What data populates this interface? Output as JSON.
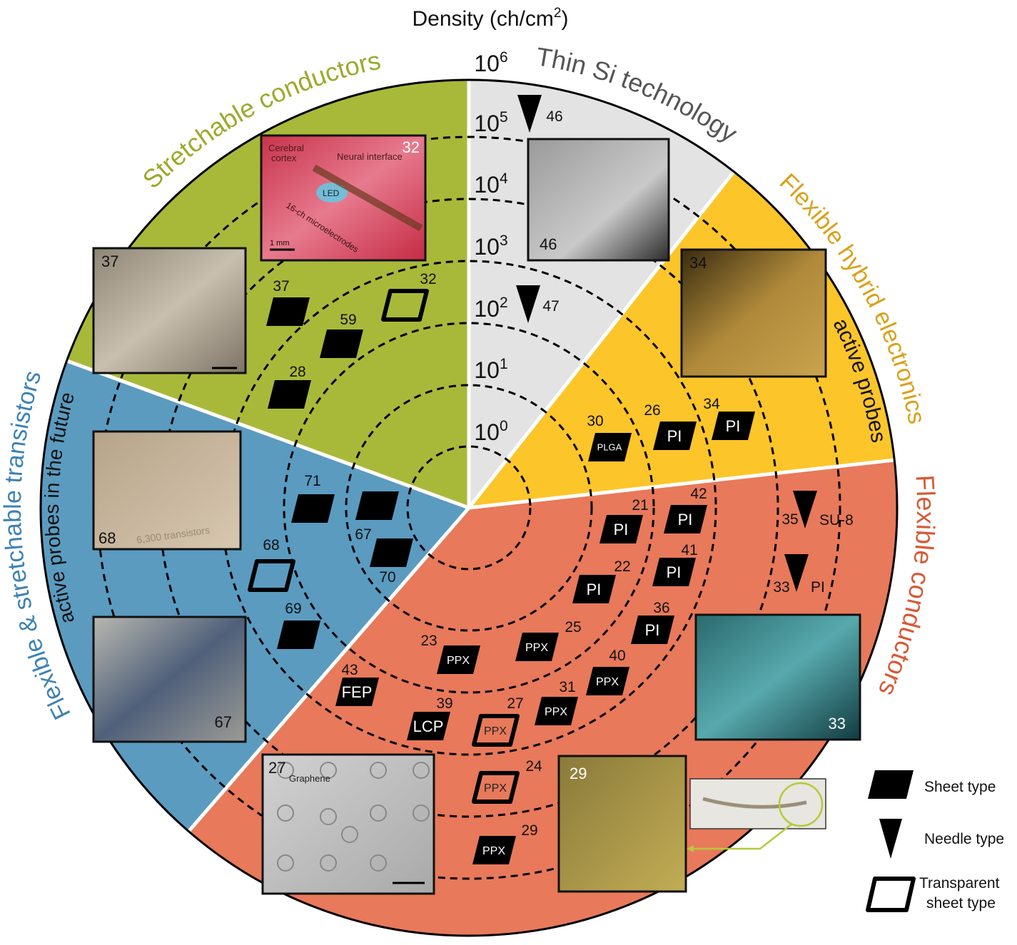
{
  "title": {
    "pre": "Density (ch/cm",
    "sup": "2",
    "post": ")"
  },
  "ring_labels": [
    {
      "base": "10",
      "exp": "0"
    },
    {
      "base": "10",
      "exp": "1"
    },
    {
      "base": "10",
      "exp": "2"
    },
    {
      "base": "10",
      "exp": "3"
    },
    {
      "base": "10",
      "exp": "4"
    },
    {
      "base": "10",
      "exp": "5"
    },
    {
      "base": "10",
      "exp": "6"
    }
  ],
  "sectors": [
    {
      "name": "Stretchable conductors",
      "color": "#a8b93a",
      "text_color": "#9aab2c"
    },
    {
      "name": "Flexible & stretchable transistors",
      "color": "#5b9bc0",
      "text_color": "#3d82b3"
    },
    {
      "name": "Flexible conductors",
      "color": "#e8795b",
      "text_color": "#d65a37"
    },
    {
      "name": "Flexible hybrid electronics",
      "color": "#fcc52a",
      "text_color": "#d9a11a"
    },
    {
      "name": "Thin Si technology",
      "color": "#e3e3e3",
      "text_color": "#555555"
    }
  ],
  "sector_notes": {
    "blue": "active probes in the future",
    "yellow": "active probes"
  },
  "markers": [
    {
      "type": "sheet",
      "label": "",
      "ref": "37"
    },
    {
      "type": "sheet",
      "label": "",
      "ref": "59"
    },
    {
      "type": "sheet",
      "label": "",
      "ref": "28"
    },
    {
      "type": "transparent",
      "label": "",
      "ref": "32"
    },
    {
      "type": "sheet",
      "label": "",
      "ref": "71"
    },
    {
      "type": "sheet",
      "label": "",
      "ref": "67"
    },
    {
      "type": "sheet",
      "label": "",
      "ref": "70"
    },
    {
      "type": "transparent",
      "label": "",
      "ref": "68"
    },
    {
      "type": "sheet",
      "label": "",
      "ref": "69"
    },
    {
      "type": "sheet",
      "label": "PLGA",
      "ref": "30"
    },
    {
      "type": "sheet",
      "label": "PI",
      "ref": "26"
    },
    {
      "type": "sheet",
      "label": "PI",
      "ref": "34"
    },
    {
      "type": "sheet",
      "label": "PI",
      "ref": "21"
    },
    {
      "type": "sheet",
      "label": "PI",
      "ref": "42"
    },
    {
      "type": "sheet",
      "label": "PI",
      "ref": "22"
    },
    {
      "type": "sheet",
      "label": "PI",
      "ref": "41"
    },
    {
      "type": "sheet",
      "label": "PI",
      "ref": "36"
    },
    {
      "type": "sheet",
      "label": "PPX",
      "ref": "25"
    },
    {
      "type": "sheet",
      "label": "PPX",
      "ref": "23"
    },
    {
      "type": "sheet",
      "label": "PPX",
      "ref": "40"
    },
    {
      "type": "sheet",
      "label": "FEP",
      "ref": "43"
    },
    {
      "type": "sheet",
      "label": "PPX",
      "ref": "31"
    },
    {
      "type": "sheet",
      "label": "LCP",
      "ref": "39"
    },
    {
      "type": "transparent",
      "label": "PPX",
      "ref": "27"
    },
    {
      "type": "transparent",
      "label": "PPX",
      "ref": "24"
    },
    {
      "type": "sheet",
      "label": "PPX",
      "ref": "29"
    },
    {
      "type": "needle",
      "label": "",
      "ref": "46"
    },
    {
      "type": "needle",
      "label": "",
      "ref": "47"
    },
    {
      "type": "needle",
      "label": "SU-8",
      "ref": "35"
    },
    {
      "type": "needle",
      "label": "PI",
      "ref": "33"
    }
  ],
  "images": [
    {
      "ref": "32",
      "captions": [
        "Cerebral",
        "cortex",
        "Neural interface",
        "LED",
        "16-ch microelectrodes",
        "1 mm"
      ]
    },
    {
      "ref": "46",
      "captions": []
    },
    {
      "ref": "34",
      "captions": []
    },
    {
      "ref": "37",
      "captions": []
    },
    {
      "ref": "68",
      "captions": [
        "6,300 transistors"
      ]
    },
    {
      "ref": "67",
      "captions": []
    },
    {
      "ref": "33",
      "captions": []
    },
    {
      "ref": "27",
      "captions": [
        "Graphene"
      ]
    },
    {
      "ref": "29",
      "captions": []
    }
  ],
  "legend": {
    "sheet": "Sheet type",
    "needle": "Needle type",
    "transparent_1": "Transparent",
    "transparent_2": "sheet type"
  }
}
